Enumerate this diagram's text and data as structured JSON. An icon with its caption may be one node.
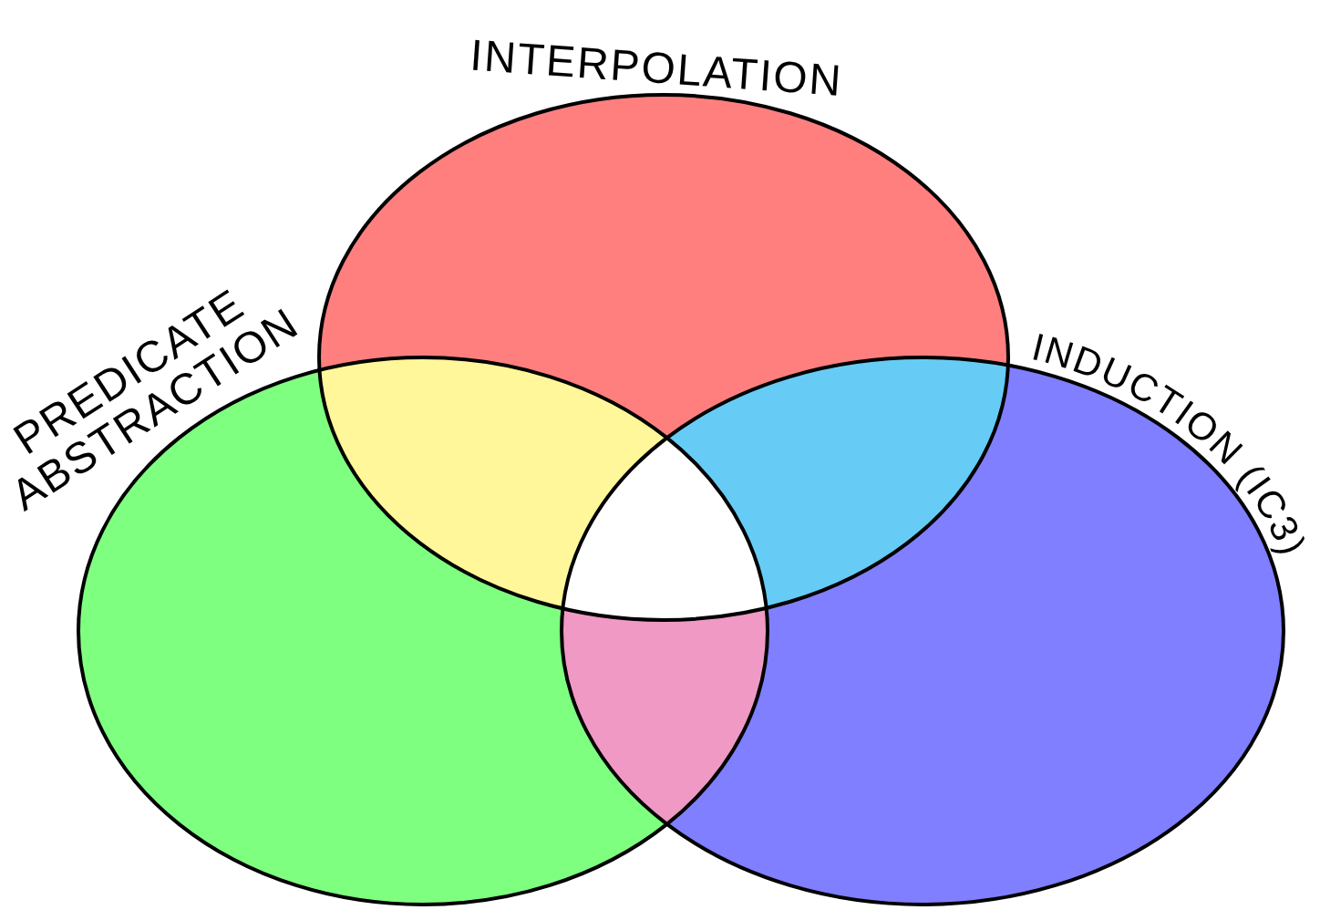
{
  "diagram": {
    "nodes": [
      {
        "text": [
          "INTERPOLATION"
        ]
      },
      {
        "text": [
          "PREDICATE ABSTRACTION"
        ]
      },
      {
        "text": [
          "INDUCTION (IC3)"
        ]
      }
    ]
  }
}
